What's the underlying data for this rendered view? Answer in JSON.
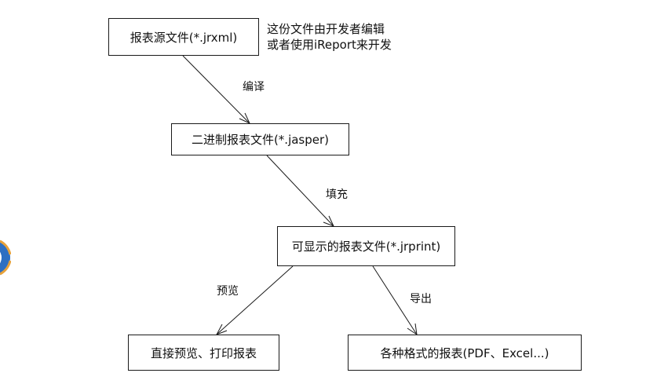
{
  "nodes": {
    "source": "报表源文件(*.jrxml)",
    "binary": "二进制报表文件(*.jasper)",
    "printable": "可显示的报表文件(*.jrprint)",
    "preview": "直接预览、打印报表",
    "export": "各种格式的报表(PDF、Excel...)"
  },
  "note": {
    "line1": "这份文件由开发者编辑",
    "line2": "或者使用iReport来开发"
  },
  "edges": {
    "compile": "编译",
    "fill": "填充",
    "preview": "预览",
    "export": "导出"
  },
  "colors": {
    "line": "#1a1a1a",
    "text": "#111111",
    "deco_blue": "#2d6fc2",
    "deco_orange": "#e8a23a"
  }
}
